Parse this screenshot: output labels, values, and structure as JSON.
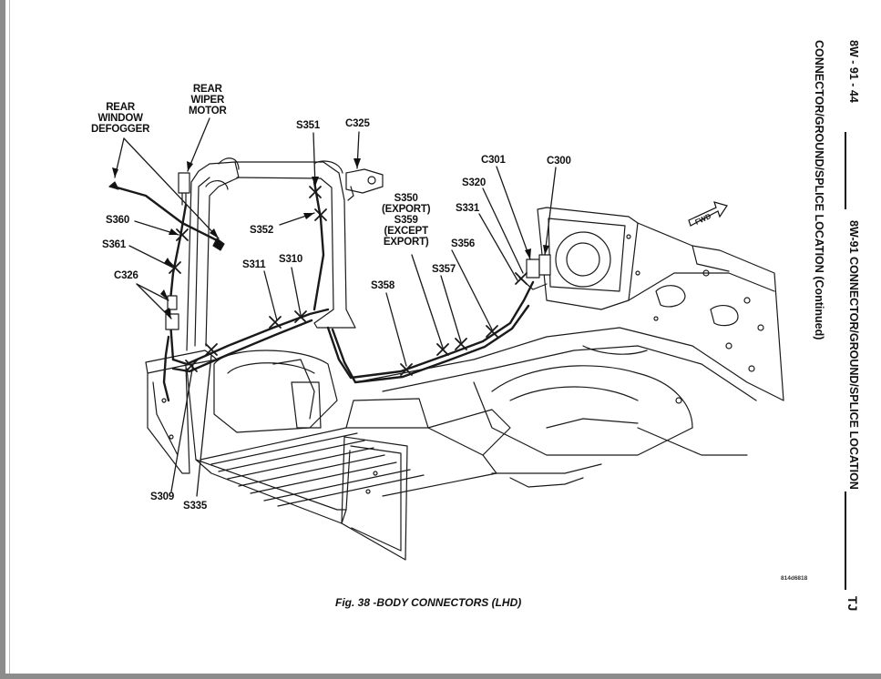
{
  "figure": {
    "caption": "Fig. 38 -BODY CONNECTORS (LHD)",
    "figure_code": "814d6818",
    "forward_arrow": "FWD"
  },
  "running_header": {
    "page_number": "8W - 91 - 44",
    "section_title": "8W-91 CONNECTOR/GROUND/SPLICE LOCATION",
    "vehicle": "TJ",
    "sub_title": "CONNECTOR/GROUND/SPLICE LOCATION (Continued)"
  },
  "callouts": [
    {
      "id": "rear-window-defogger",
      "text": "REAR\nWINDOW\nDEFOGGER"
    },
    {
      "id": "rear-wiper-motor",
      "text": "REAR\nWIPER\nMOTOR"
    },
    {
      "id": "s351",
      "text": "S351"
    },
    {
      "id": "c325",
      "text": "C325"
    },
    {
      "id": "c301",
      "text": "C301"
    },
    {
      "id": "c300",
      "text": "C300"
    },
    {
      "id": "s320",
      "text": "S320"
    },
    {
      "id": "s350-s359",
      "text": "S350\n(EXPORT)\nS359\n(EXCEPT\nEXPORT)"
    },
    {
      "id": "s331",
      "text": "S331"
    },
    {
      "id": "s352",
      "text": "S352"
    },
    {
      "id": "s360",
      "text": "S360"
    },
    {
      "id": "s361",
      "text": "S361"
    },
    {
      "id": "s311",
      "text": "S311"
    },
    {
      "id": "s310",
      "text": "S310"
    },
    {
      "id": "c326",
      "text": "C326"
    },
    {
      "id": "s356",
      "text": "S356"
    },
    {
      "id": "s358",
      "text": "S358"
    },
    {
      "id": "s357",
      "text": "S357"
    },
    {
      "id": "s309",
      "text": "S309"
    },
    {
      "id": "s335",
      "text": "S335"
    }
  ]
}
